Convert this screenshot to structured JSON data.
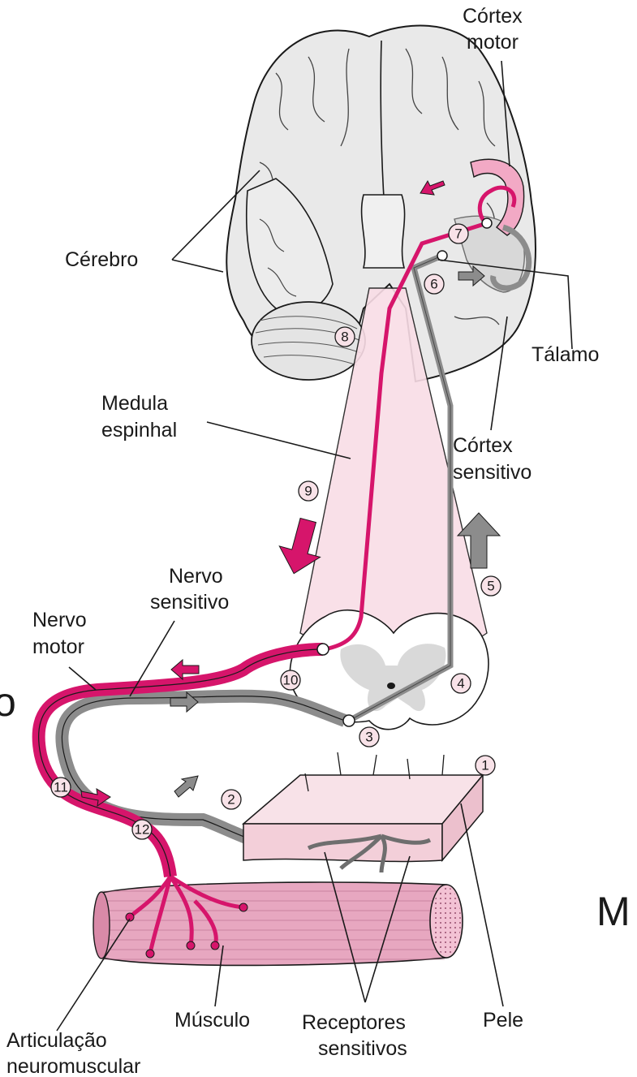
{
  "labels": {
    "cortex_motor": [
      "Córtex",
      "motor"
    ],
    "cerebro": "Cérebro",
    "talamo": "Tálamo",
    "medula": [
      "Medula",
      "espinhal"
    ],
    "cortex_sensitivo": [
      "Córtex",
      "sensitivo"
    ],
    "nervo_sensitivo": [
      "Nervo",
      "sensitivo"
    ],
    "nervo_motor": [
      "Nervo",
      "motor"
    ],
    "musculo": "Músculo",
    "receptores": [
      "Receptores",
      "sensitivos"
    ],
    "pele": "Pele",
    "articulacao": [
      "Articulação",
      "neuromuscular"
    ],
    "edge_left_fragment": "o",
    "edge_right_fragment": "M"
  },
  "step_markers": [
    "1",
    "2",
    "3",
    "4",
    "5",
    "6",
    "7",
    "8",
    "9",
    "10",
    "11",
    "12"
  ],
  "colors": {
    "motor_pathway": "#d6156b",
    "sensory_pathway": "#8c8c8c",
    "brain_fill": "#e9e9e9",
    "spinal_fill": "#f9dde6",
    "muscle_fill": "#e7a7c0",
    "skin_fill": "#f8e2e8",
    "motor_cortex_highlight": "#f2a9c5"
  }
}
